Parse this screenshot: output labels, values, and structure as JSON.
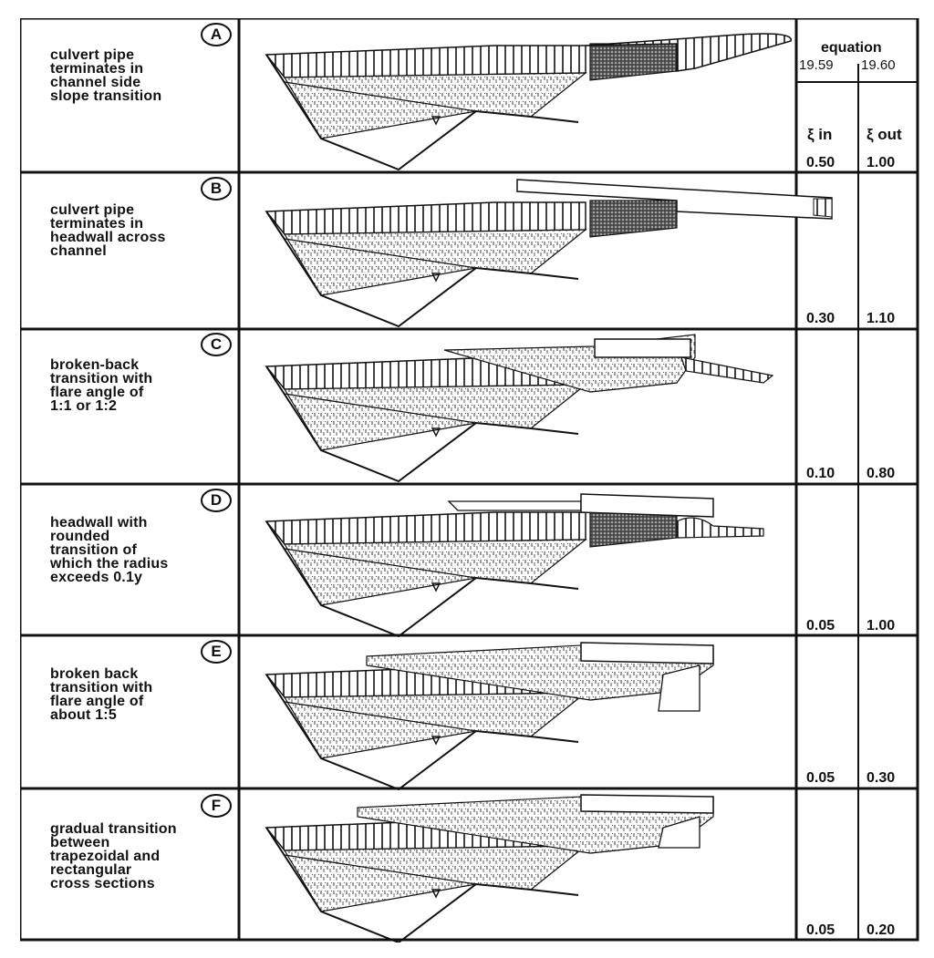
{
  "header": {
    "equation_label": "equation",
    "eq_in": "19.59",
    "eq_out": "19.60",
    "xi_in": "ξ in",
    "xi_out": "ξ out"
  },
  "rows": [
    {
      "letter": "A",
      "desc": "culvert pipe\nterminates in\nchannel side\nslope transition",
      "xi_in": "0.50",
      "xi_out": "1.00"
    },
    {
      "letter": "B",
      "desc": "culvert pipe\nterminates in\nheadwall across\nchannel",
      "xi_in": "0.30",
      "xi_out": "1.10"
    },
    {
      "letter": "C",
      "desc": "broken-back\ntransition with\nflare angle of\n1:1 or 1:2",
      "xi_in": "0.10",
      "xi_out": "0.80"
    },
    {
      "letter": "D",
      "desc": "headwall with\nrounded\ntransition of\nwhich the radius\nexceeds 0.1y",
      "xi_in": "0.05",
      "xi_out": "1.00"
    },
    {
      "letter": "E",
      "desc": "broken back\ntransition with\nflare angle of\nabout 1:5",
      "xi_in": "0.05",
      "xi_out": "0.30"
    },
    {
      "letter": "F",
      "desc": "gradual transition\nbetween\ntrapezoidal and\nrectangular\ncross sections",
      "xi_in": "0.05",
      "xi_out": "0.20"
    }
  ]
}
